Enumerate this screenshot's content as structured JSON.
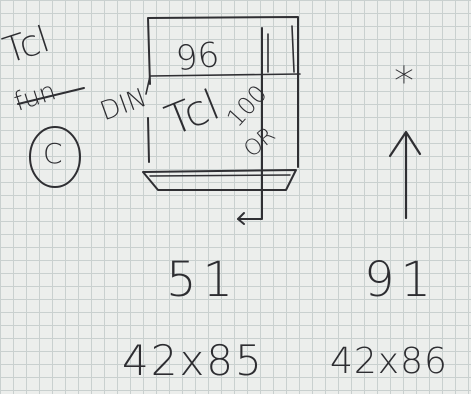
{
  "sketch": {
    "margin_text": {
      "top": "Tcl",
      "struck": "fun",
      "circled": "C"
    },
    "box": {
      "width_label": "96",
      "side_label": "DIN",
      "inner_label": "Tcl",
      "height_label": "100",
      "sub_label": "OR"
    },
    "marker": {
      "symbol": "*"
    },
    "left_figure": {
      "number": "51",
      "size": "42x85"
    },
    "right_figure": {
      "number": "91",
      "size": "42x86"
    }
  }
}
